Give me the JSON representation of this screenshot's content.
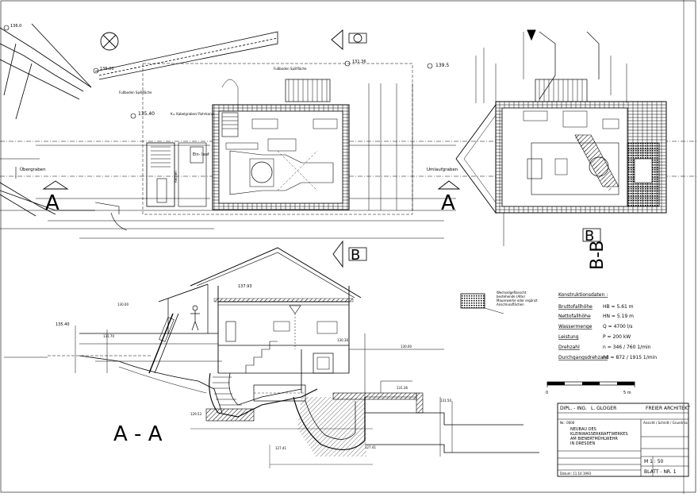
{
  "sections": {
    "section_a_left": "A",
    "section_a_right": "A",
    "section_aa_title": "A - A",
    "section_b_top": "B",
    "section_b_mid": "B",
    "section_bb_title": "B-B"
  },
  "plan_labels": {
    "uebergraben": "Übergraben",
    "umlaufgraben": "Umlaufgraben",
    "fussboden_spillflaeche": "Fußboden Spillfläche",
    "fussboden_spillflaeche_2": "Fußboden Spillfläche",
    "kabelgraben": "K= Kabelgraben/ Rohrkanal",
    "einlauf": "Ein- lauf",
    "rechen": "Rechen"
  },
  "elevations": {
    "e1": "136.0",
    "e2": "136.00",
    "e3": "135.40",
    "e4": "131.36",
    "e5": "139.5",
    "e6": "137.93",
    "e7": "135.40",
    "e8": "131.70",
    "e9": "130.00",
    "e10": "131.36",
    "e11": "130.36",
    "e12": "129.53",
    "e13": "127.41",
    "e14": "127.41",
    "e15": "131.50",
    "e16": "130.00"
  },
  "legend": {
    "text": "Wechselgeflanscht bestehende (Alte) Mauerwerke oder ergänzt Anschlussflächen"
  },
  "construction_data": {
    "heading": "Konstruktionsdaten :",
    "rows": [
      {
        "label": "Bruttofallhöhe",
        "value": "HB = 5.61 m"
      },
      {
        "label": "Nettofallhöhe",
        "value": "HN = 5.19 m"
      },
      {
        "label": "Wassermenge",
        "value": "Q = 4700 l/s"
      },
      {
        "label": "Leistung",
        "value": "P = 200 kW"
      },
      {
        "label": "Drehzahl",
        "value": "n = 346 / 760 1/min"
      },
      {
        "label": "Durchgangsdrehzahl",
        "value": "nd = 872 / 1915 1/min"
      }
    ]
  },
  "scale_bar": {
    "start": "0",
    "end": "5 m"
  },
  "title_block": {
    "firm_left": "DIPL. - ING.",
    "firm_left_2": "L. GLOGER",
    "firm_right": "FREIER ARCHITEKT",
    "project_label": "Nr.: 0000",
    "project_lines": [
      "NEUBAU DES",
      "KLEINWASSERKRAFTWERKES",
      "AM BIENERTMÜHLWEHR",
      "IN DRESDEN"
    ],
    "scale_label": "M 1 : 50",
    "sheet_label": "BLATT - NR. 1",
    "date": "Datum: 11.10.1993",
    "note": "Ansicht / Schnitt / Grundriss"
  }
}
